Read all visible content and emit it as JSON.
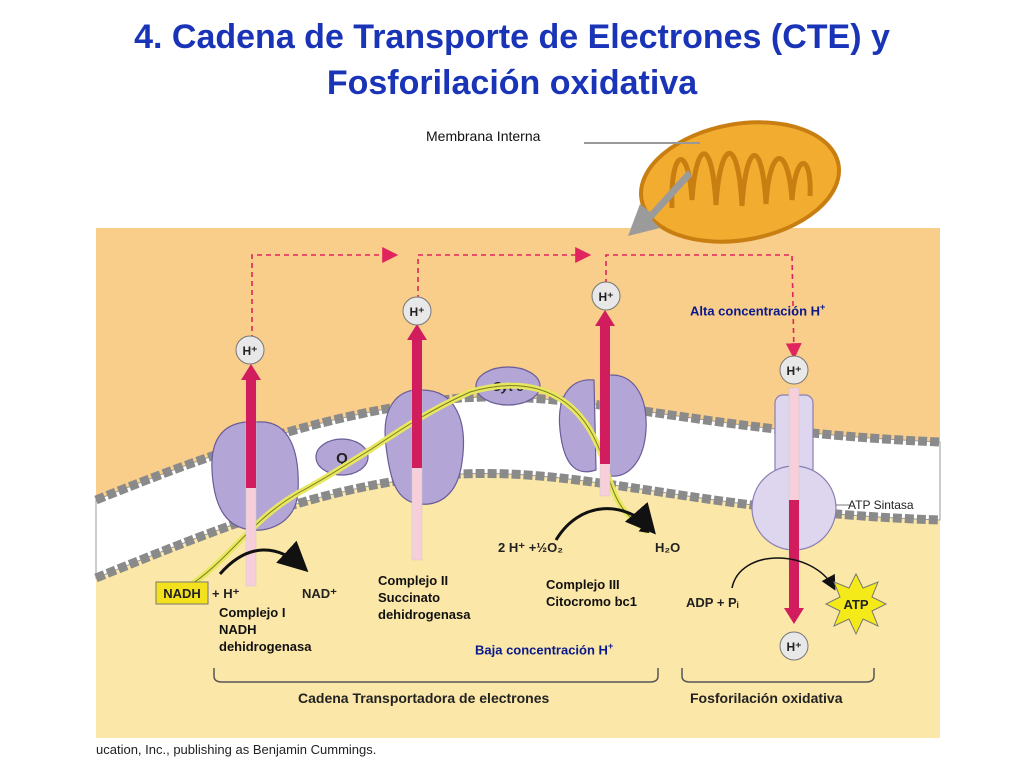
{
  "title": {
    "line1": "4.  Cadena de Transporte de Electrones (CTE) y",
    "line2": "Fosforilación oxidativa"
  },
  "labels": {
    "membrana_interna": "Membrana Interna",
    "alta_concentracion": "Alta concentración H",
    "baja_concentracion": "Baja concentración  H",
    "ion_superscript": "+",
    "atp_sintasa": "ATP Sintasa",
    "cadena_transportadora": "Cadena Transportadora de electrones",
    "fosforilacion": "Fosforilación oxidativa",
    "credit": "ucation, Inc., publishing as Benjamin Cummings."
  },
  "complexes": [
    {
      "line1": "Complejo I",
      "line2": "NADH",
      "line3": "dehidrogenasa"
    },
    {
      "line1": "Complejo II",
      "line2": "Succinato",
      "line3": "dehidrogenasa"
    },
    {
      "line1": "Complejo III",
      "line2": "Citocromo  bc1"
    }
  ],
  "molecules": {
    "h_plus": "H⁺",
    "q": "Q",
    "cyt_c": "Cyt c",
    "nadh": "NADH",
    "plus_h": "+ H⁺",
    "nad": "NAD⁺",
    "oxygen_reaction": "2 H⁺ +½O₂",
    "water": "H₂O",
    "adp_pi": "ADP + Pᵢ",
    "atp": "ATP"
  },
  "colors": {
    "title": "#1a34b8",
    "intermembrane_space": "#f9cd8a",
    "matrix": "#fbe7a8",
    "protein": "#b3a6d6",
    "proton_arrow": "#d11d5e",
    "electron_path": "#eeee6a",
    "mitochondrion": "#f2ad30",
    "atp_star": "#f4ea1a",
    "concentration_label": "#0a1a8c"
  }
}
